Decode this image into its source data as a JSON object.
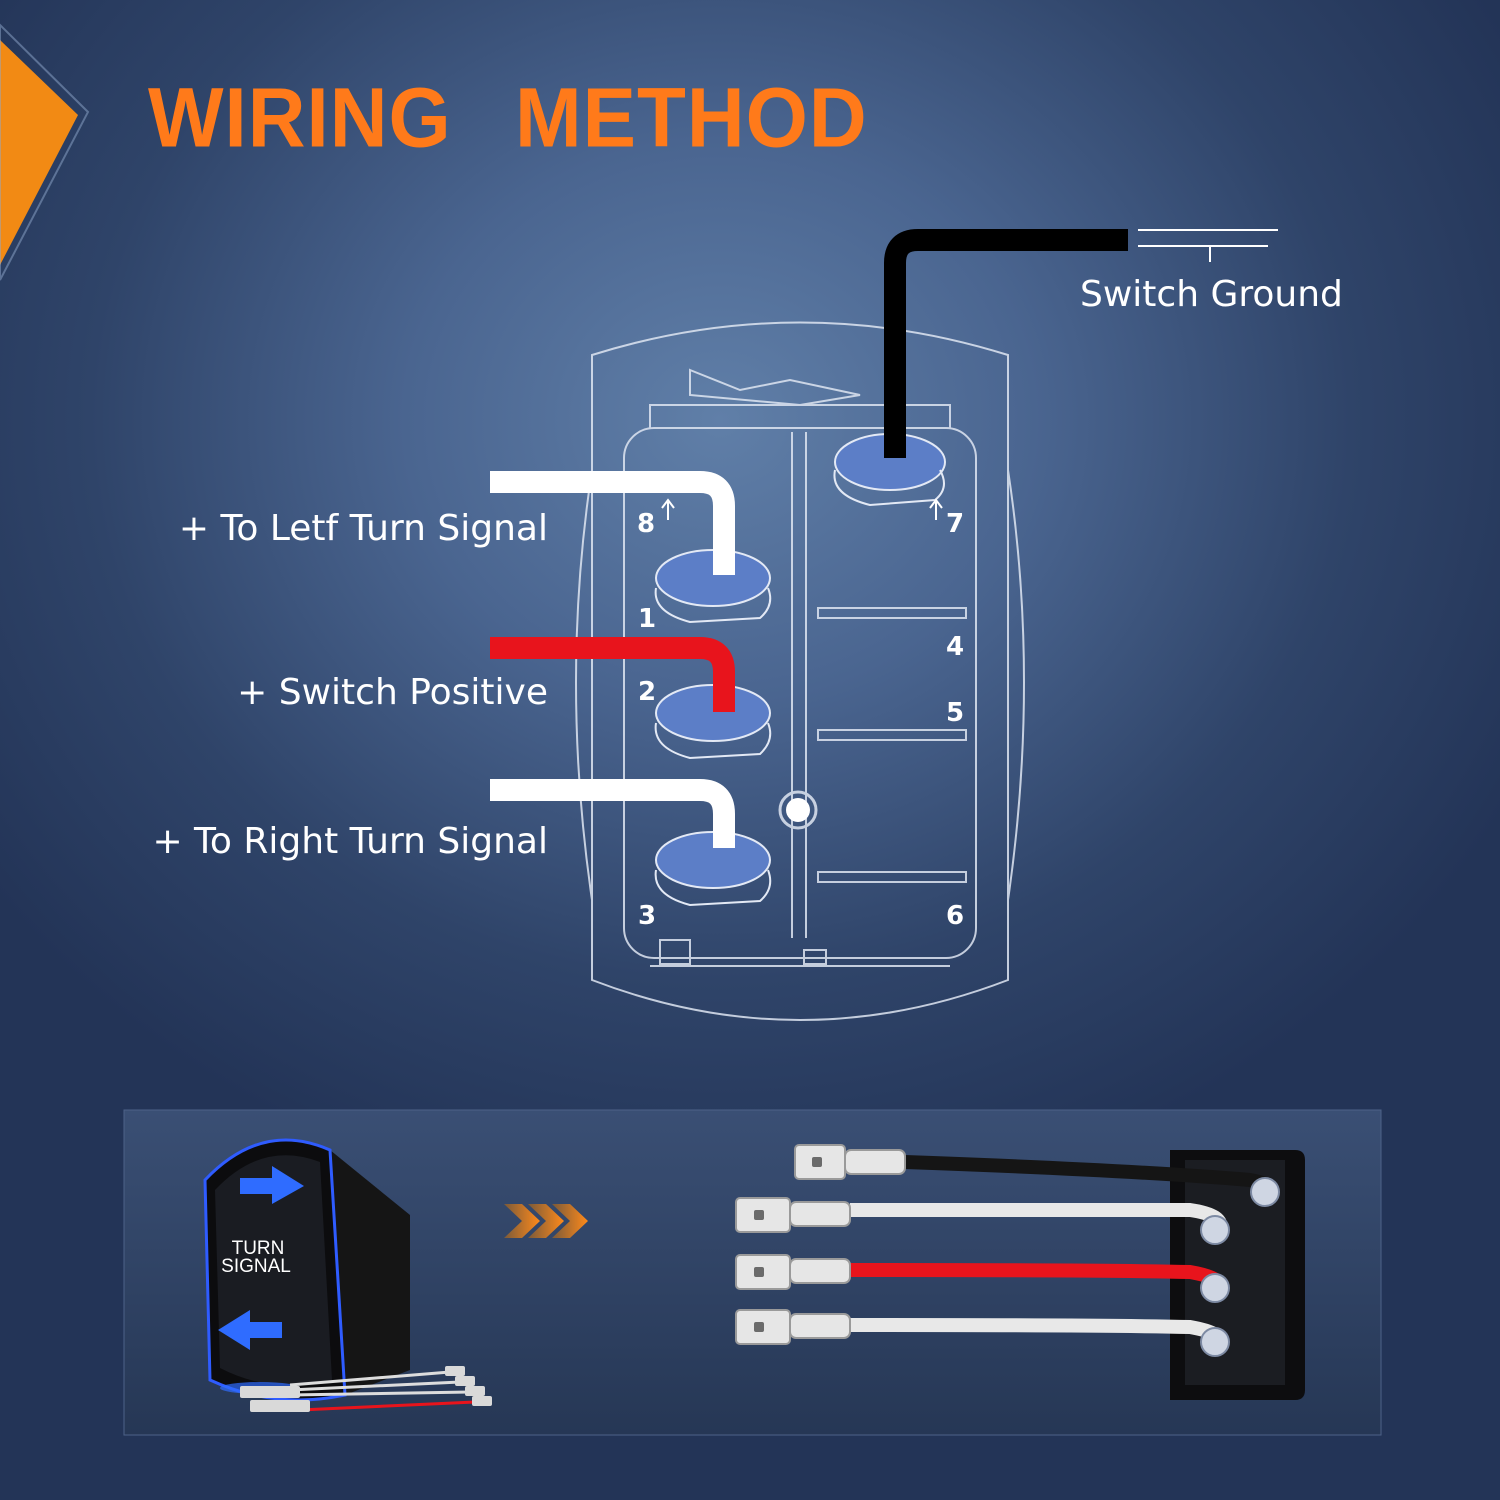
{
  "title": {
    "word1": "WIRING",
    "word2": "METHOD"
  },
  "labels": {
    "left_turn": "+ To Letf Turn Signal",
    "switch_positive": "+ Switch Positive",
    "right_turn": "+ To Right Turn Signal",
    "switch_ground": "Switch Ground"
  },
  "pins": {
    "p1": "1",
    "p2": "2",
    "p3": "3",
    "p4": "4",
    "p5": "5",
    "p6": "6",
    "p7": "7",
    "p8": "8"
  },
  "switch_face": {
    "line1": "TURN",
    "line2": "SIGNAL"
  },
  "colors": {
    "title": "#ff7a1a",
    "accent_orange": "#f28a14",
    "wire_white": "#ffffff",
    "wire_red": "#e8141c",
    "wire_black": "#000000",
    "arrow_blue": "#2f6cff"
  },
  "icons": {
    "corner": "orange-corner-triangle",
    "chevrons": "chevron-right-triple-icon",
    "ground": "ground-symbol-icon"
  }
}
